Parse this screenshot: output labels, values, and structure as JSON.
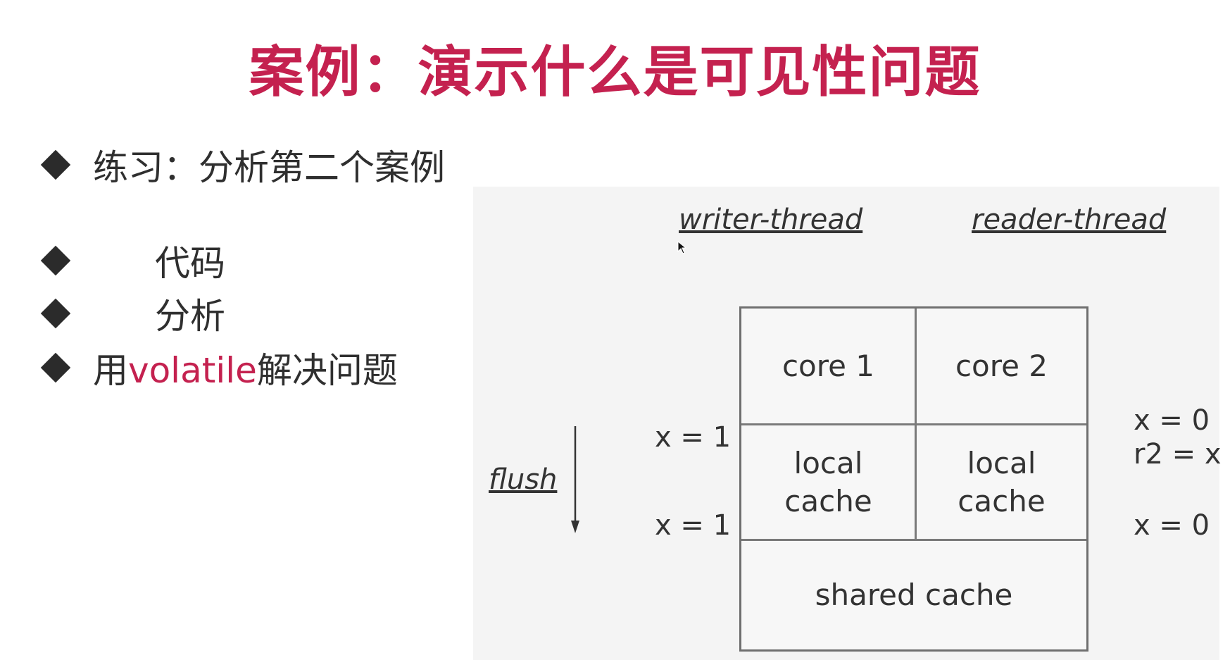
{
  "slide": {
    "title": "案例：演示什么是可见性问题",
    "bullets": [
      {
        "text": "练习：分析第二个案例"
      },
      {
        "text": "代码"
      },
      {
        "text": "分析"
      },
      {
        "prefix": "用",
        "highlight": "volatile",
        "suffix": "解决问题"
      }
    ],
    "accent_color": "#c4214f"
  },
  "diagram": {
    "writer_label": "writer-thread",
    "reader_label": "reader-thread",
    "core1": "core 1",
    "core2": "core 2",
    "local_cache_1": "local\ncache",
    "local_cache_2": "local\ncache",
    "shared_cache": "shared cache",
    "flush_label": "flush",
    "left_local_value": "x = 1",
    "left_shared_value": "x = 1",
    "right_local_value_1": "x = 0",
    "right_local_value_2": "r2 = x",
    "right_shared_value": "x = 0"
  }
}
